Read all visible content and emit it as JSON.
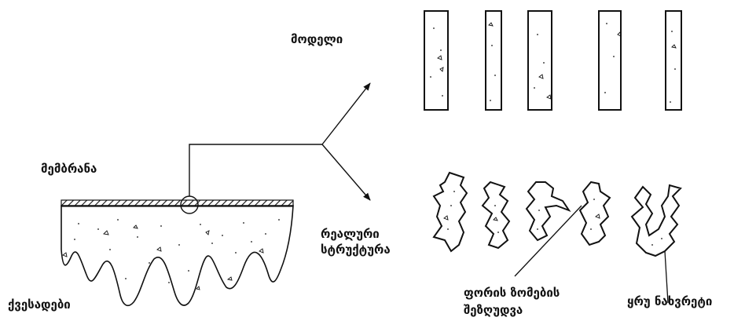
{
  "labels": {
    "model": "მოდელი",
    "membrane": "მემბრანა",
    "real_line1": "რეალური",
    "real_line2": "სტრუქტურა",
    "substrate": "ქვესადები",
    "pore_line1": "ფორის ზომების",
    "pore_line2": "შეზღუდვა",
    "blind_hole": "ყრუ ნახვრეტი"
  },
  "colors": {
    "ink": "#111111",
    "background": "#ffffff"
  }
}
